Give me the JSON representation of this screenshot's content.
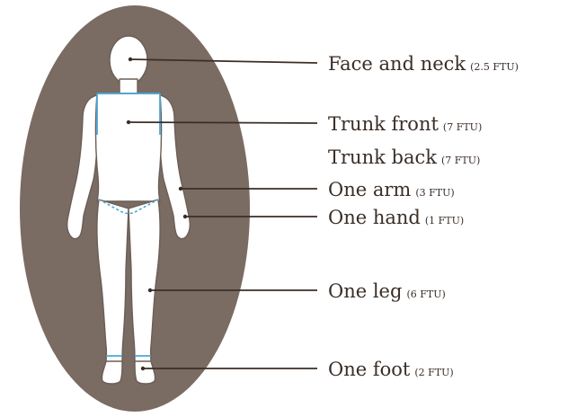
{
  "colors": {
    "oval_background": "#7a6b63",
    "figure_fill": "#ffffff",
    "seam_lines": "#4aa8d8",
    "text": "#3a2e27"
  },
  "labels": [
    {
      "key": "face_neck",
      "name": "Face and neck",
      "amount": "(2.5 FTU)"
    },
    {
      "key": "trunk_front",
      "name": "Trunk front",
      "amount": "(7 FTU)"
    },
    {
      "key": "trunk_back",
      "name": "Trunk back",
      "amount": "(7 FTU)"
    },
    {
      "key": "one_arm",
      "name": "One arm",
      "amount": "(3 FTU)"
    },
    {
      "key": "one_hand",
      "name": "One hand",
      "amount": "(1 FTU)"
    },
    {
      "key": "one_leg",
      "name": "One leg",
      "amount": "(6 FTU)"
    },
    {
      "key": "one_foot",
      "name": "One foot",
      "amount": "(2 FTU)"
    }
  ]
}
